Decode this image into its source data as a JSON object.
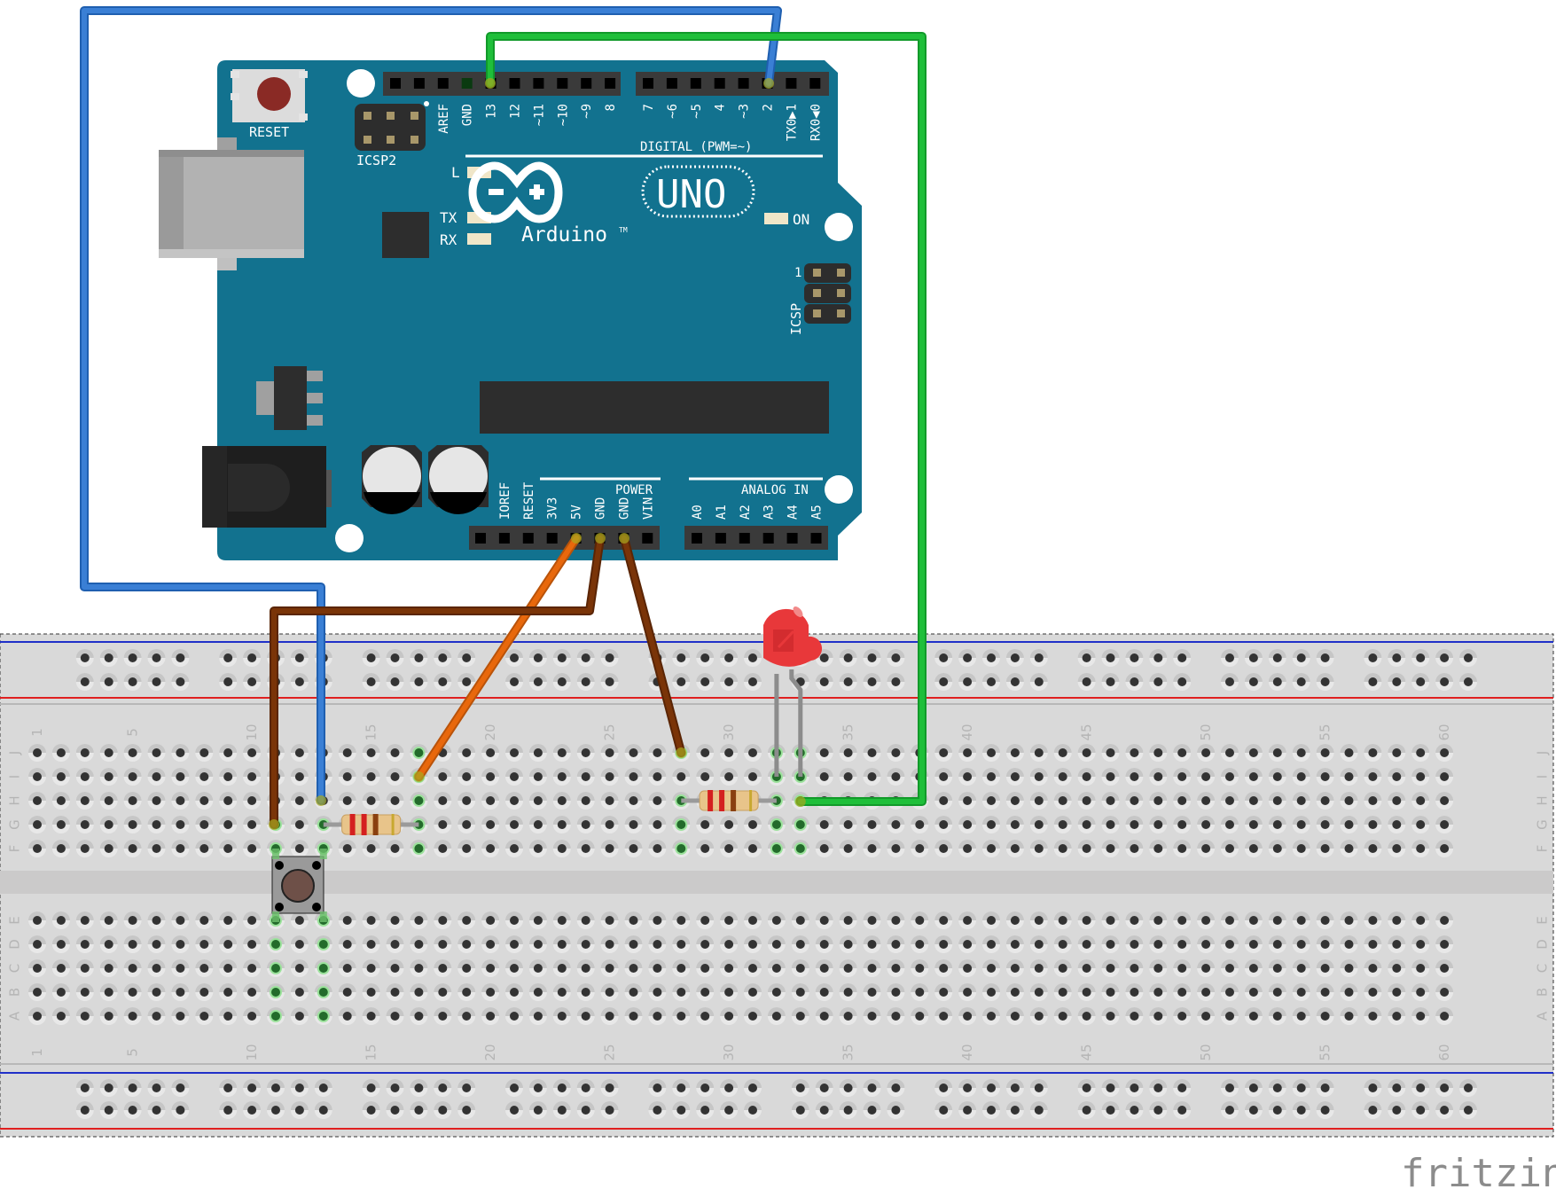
{
  "app": {
    "logo": "fritzing"
  },
  "arduino": {
    "name": "Arduino",
    "trademark": "TM",
    "model": "UNO",
    "board_color": "#12728f",
    "reset_label": "RESET",
    "icsp2_label": "ICSP2",
    "icsp_label": "ICSP",
    "icsp_pin1": "1",
    "digital_label": "DIGITAL (PWM=~)",
    "power_label": "POWER",
    "analog_label": "ANALOG IN",
    "led_labels": {
      "l": "L",
      "tx": "TX",
      "rx": "RX",
      "on": "ON"
    },
    "digital_header_left": [
      "",
      "",
      "AREF",
      "GND",
      "13",
      "12",
      "~11",
      "~10",
      "~9",
      "8"
    ],
    "digital_header_right": [
      "7",
      "~6",
      "~5",
      "4",
      "~3",
      "2",
      "TX0▶1",
      "RX0◀0"
    ],
    "power_header": [
      "",
      "IOREF",
      "RESET",
      "3V3",
      "5V",
      "GND",
      "GND",
      "VIN"
    ],
    "analog_header": [
      "A0",
      "A1",
      "A2",
      "A3",
      "A4",
      "A5"
    ]
  },
  "breadboard": {
    "columns": 60,
    "column_labels": [
      "1",
      "5",
      "10",
      "15",
      "20",
      "25",
      "30",
      "35",
      "40",
      "45",
      "50",
      "55",
      "60"
    ],
    "top_rows": [
      "J",
      "I",
      "H",
      "G",
      "F"
    ],
    "bottom_rows": [
      "E",
      "D",
      "C",
      "B",
      "A"
    ]
  },
  "components": [
    {
      "type": "pushbutton",
      "cols": [
        11,
        13
      ],
      "span": "F–E"
    },
    {
      "type": "resistor",
      "from": "G13",
      "to": "G17",
      "bands": [
        "#d42020",
        "#d42020",
        "#8a4010",
        "#c8a830"
      ]
    },
    {
      "type": "resistor",
      "from": "H28",
      "to": "H32",
      "bands": [
        "#d42020",
        "#d42020",
        "#8a4010",
        "#c8a830"
      ]
    },
    {
      "type": "led",
      "color": "red",
      "legs": [
        "I32",
        "I33"
      ]
    }
  ],
  "wires": [
    {
      "name": "wire-blue-pin2",
      "color": "#3a7fd5",
      "from": "D2",
      "to": "H13"
    },
    {
      "name": "wire-green-pin13",
      "color": "#1fbf3a",
      "from": "D13",
      "to": "H33"
    },
    {
      "name": "wire-orange-5v",
      "color": "#e8680c",
      "from": "5V",
      "to": "I17"
    },
    {
      "name": "wire-brown-gnd1",
      "color": "#7a3408",
      "from": "GND",
      "to": "G11"
    },
    {
      "name": "wire-brown-gnd2",
      "color": "#7a3408",
      "from": "GND",
      "to": "J28"
    }
  ]
}
